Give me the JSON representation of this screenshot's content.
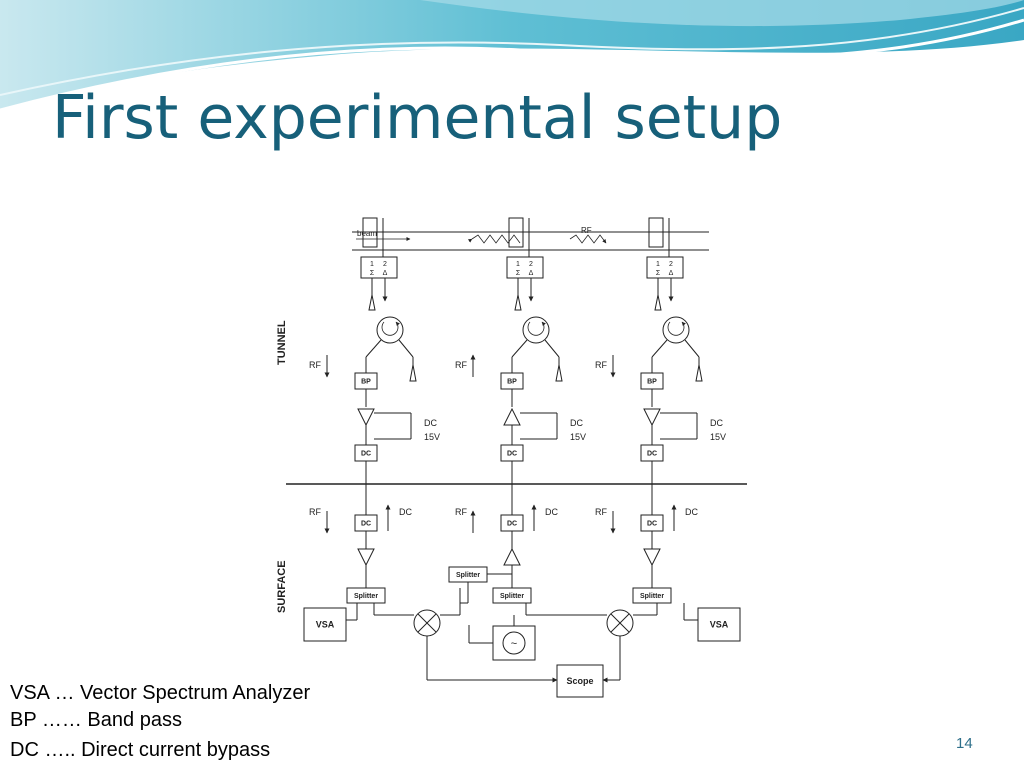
{
  "slide": {
    "title": "First experimental setup",
    "page_number": "14",
    "accent_color": "#17607a"
  },
  "diagram": {
    "beam_label": "beam",
    "rf_wave_label": "RF",
    "tunnel_label": "TUNNEL",
    "surface_label": "SURFACE",
    "port1": "1",
    "port2": "2",
    "sum_symbol": "Σ",
    "delta_symbol": "Δ",
    "rf_label": "RF",
    "bp_label": "BP",
    "dc_label": "DC",
    "dc_supply_label": "DC",
    "voltage_label": "15V",
    "splitter_label": "Splitter",
    "vsa_label": "VSA",
    "scope_label": "Scope",
    "oscillator_symbol": "~"
  },
  "legend": [
    "VSA … Vector Spectrum Analyzer",
    "BP …… Band pass",
    "DC ….. Direct current bypass"
  ]
}
